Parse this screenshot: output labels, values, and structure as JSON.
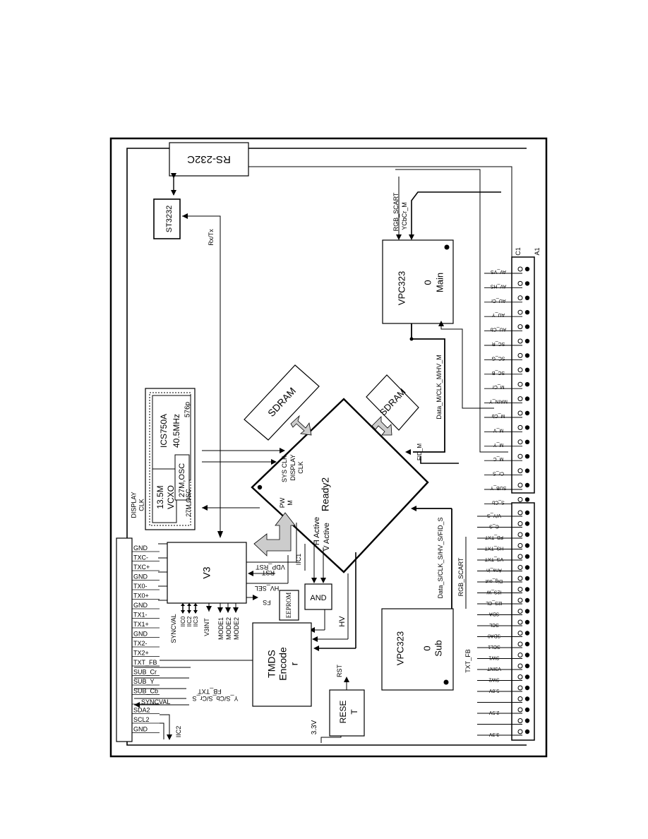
{
  "blocks": {
    "rs232c": "RS-232C",
    "st3232": "ST3232",
    "vpc_main": [
      "VPC323",
      "0",
      "Main"
    ],
    "vpc_sub": [
      "VPC323",
      "0",
      "Sub"
    ],
    "sdram": "SDRAM",
    "ready2": "Ready2",
    "v3": "V3",
    "tmds": [
      "TMDS",
      "Encode",
      "r"
    ],
    "and": "AND",
    "eeprom": "EEPROM",
    "reset": [
      "RESE",
      "T"
    ],
    "ics": [
      "ICS750A",
      "40.5MHz"
    ],
    "vcxo": [
      "13.5M",
      "VCXO"
    ],
    "osc": [
      "27M",
      "OSC"
    ],
    "p576": "576p",
    "display_clk": [
      "DISPLAY",
      "CLK"
    ]
  },
  "signals": {
    "rxtx": "Rx/Tx",
    "rgb_scart": "RGB_SCART",
    "ycbcr_m": "YCbCr_M",
    "data_m": "Data_M/CLK_M/HV_M",
    "fid_m": "FID_M",
    "data_s": "Data_S/CLK_S/HV_S/FID_S",
    "rgb_scart2": "RGB_SCART",
    "txt_fb": "TXT_FB",
    "pwm": [
      "PW",
      "M"
    ],
    "sys_clk": "SYS CLK",
    "display_clk2": [
      "DISPLAY",
      "CLK"
    ],
    "h_active": "H Active",
    "v_active": "V Active",
    "hv": "HV",
    "iic1": "IIC1",
    "vdp_rst": "VDP_RST",
    "rst": "RST",
    "hv_sel": "HV_SEL",
    "fs": "FS",
    "syncval": "SYNCVAL",
    "iic": [
      "IIC0",
      "IIC2",
      "IIC3"
    ],
    "v3int": "V3INT",
    "modes": [
      "MODE1",
      "MODE2",
      "MODE2"
    ],
    "rst2": "RST",
    "v33": "3.3V",
    "ys": "Y_S/Cb_S/Cr_S",
    "fbtxt": "FB_TXT",
    "syncval2": "SYNCVAL",
    "iic2": "IIC2"
  },
  "left_connector": [
    "GND",
    "TXC-",
    "TXC+",
    "GND",
    "TX0-",
    "TX0+",
    "GND",
    "TX1-",
    "TX1+",
    "GND",
    "TX2-",
    "TX2+",
    "TXT_FB",
    "SUB_Cr",
    "SUB_Y",
    "SUB_Cb",
    "",
    "SDA2",
    "SCL2",
    "GND"
  ],
  "conn_a1": {
    "label_c1": "C1",
    "label_a1": "A1",
    "pins": [
      "AV_VS",
      "AV_HS",
      "AU_Cr",
      "AU_Y",
      "AU_Cb",
      "SC_R",
      "SC_G",
      "SC_B",
      "M_Cr",
      "MAIN_Y",
      "M_Cb",
      "M_V",
      "M_Y",
      "M_C",
      "Cr_S",
      "SUB_Y",
      "S_Cb"
    ]
  },
  "conn_b": {
    "pins": [
      "V/Y_S",
      "C_S",
      "FB_TXT",
      "HS_TXT",
      "VS_TXT",
      "Ana_in",
      "Dig_out",
      "I2S_W",
      "I2S_CL",
      "SDA",
      "SCL",
      "SDA0",
      "SCL1",
      "SW1",
      "V3INT",
      "SW2",
      "5.0V",
      "",
      "2.5V",
      "",
      "3.3V"
    ]
  }
}
